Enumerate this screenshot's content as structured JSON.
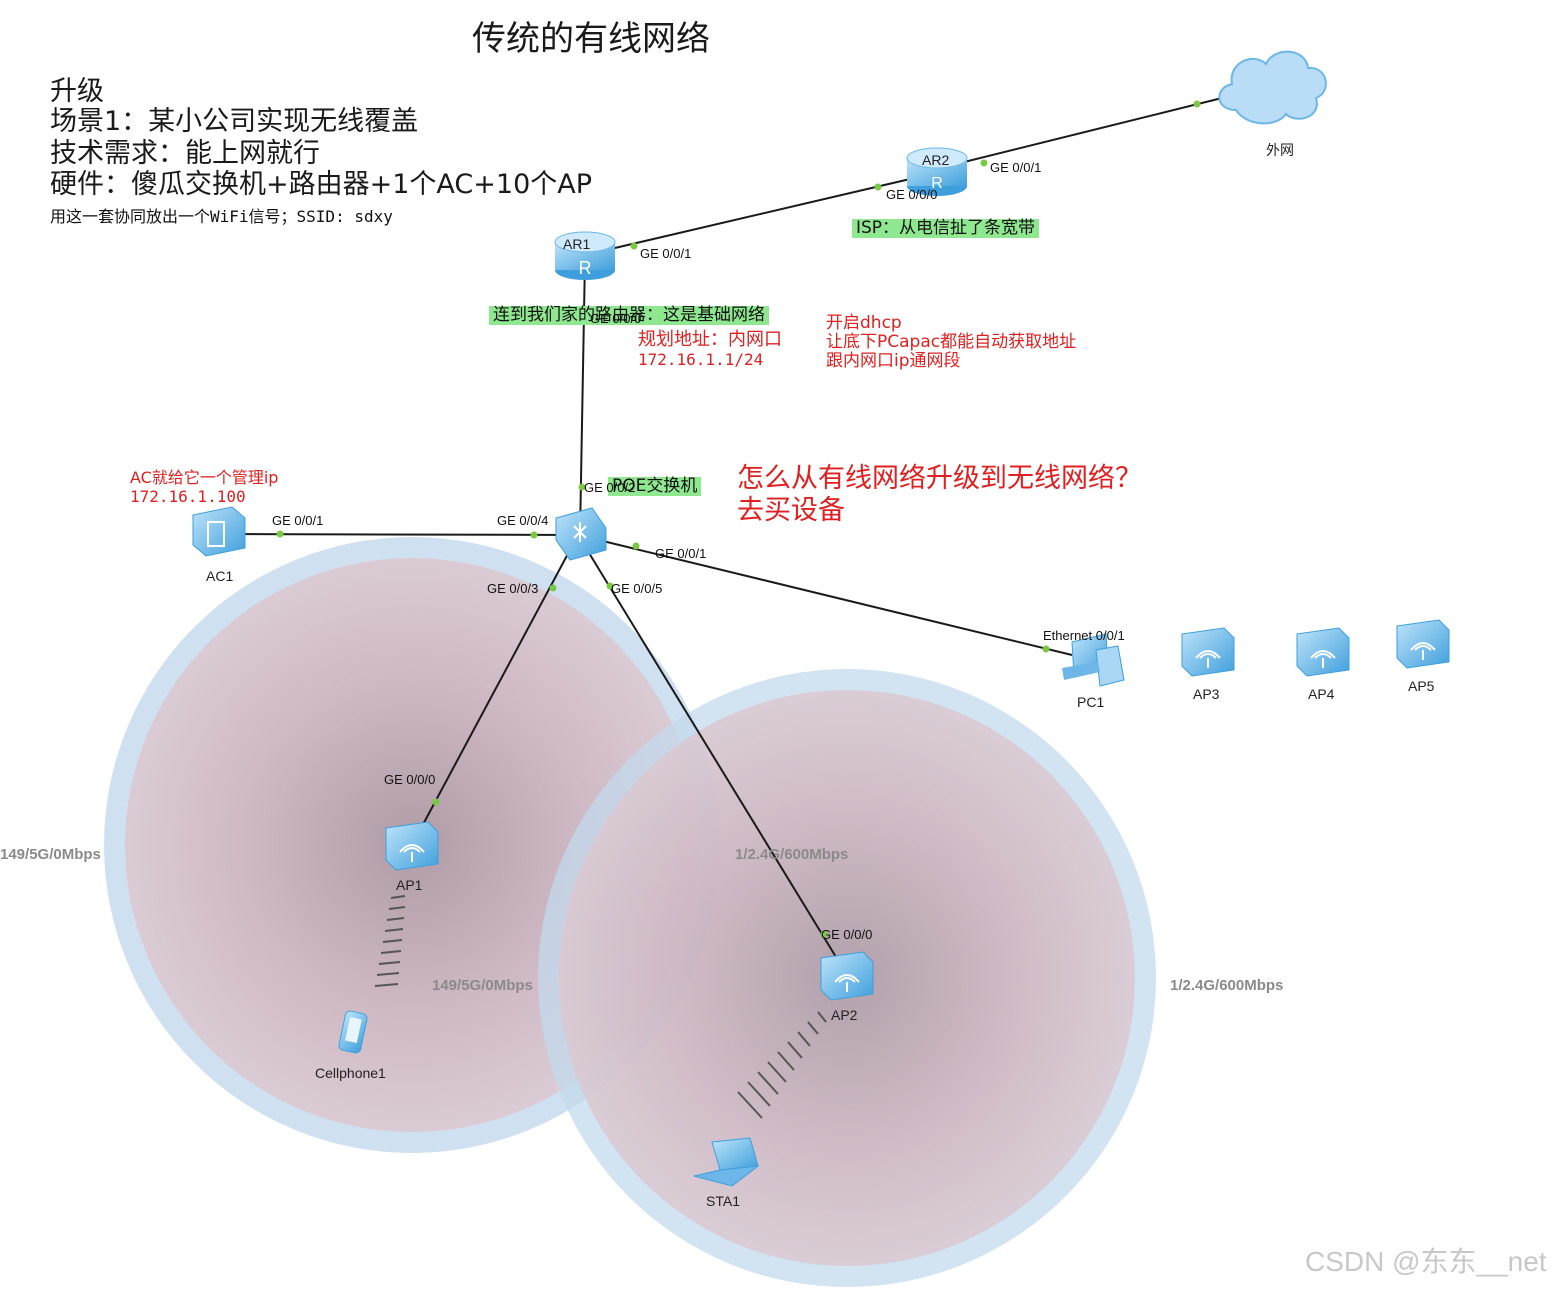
{
  "title": "传统的有线网络",
  "notes": {
    "line1": "升级",
    "line2": "场景1：某小公司实现无线覆盖",
    "line3": "技术需求：能上网就行",
    "line4": "硬件：傻瓜交换机+路由器+1个AC+10个AP",
    "line5": "用这一套协同放出一个WiFi信号；SSID: sdxy"
  },
  "annotations": {
    "isp": "ISP：从电信扯了条宽带",
    "base_network": "连到我们家的路由器：这是基础网络",
    "plan_addr": "规划地址：内网口",
    "plan_ip": "172.16.1.1/24",
    "dhcp1": "开启dhcp",
    "dhcp2": "让底下PCapac都能自动获取地址",
    "dhcp3": "跟内网口ip通网段",
    "ac_mgmt": "AC就给它一个管理ip",
    "ac_ip": "172.16.1.100",
    "poe": "POE交换机",
    "question1": "怎么从有线网络升级到无线网络？",
    "question2": "去买设备"
  },
  "devices": {
    "cloud": "外网",
    "ar1": "AR1",
    "ar2": "AR2",
    "ac1": "AC1",
    "pc1": "PC1",
    "ap1": "AP1",
    "ap2": "AP2",
    "ap3": "AP3",
    "ap4": "AP4",
    "ap5": "AP5",
    "cellphone": "Cellphone1",
    "sta1": "STA1"
  },
  "ports": {
    "ar2_cloud": "GE 0/0/1",
    "ar2_ar1": "GE 0/0/0",
    "ar1_ar2": "GE 0/0/1",
    "ar1_down": "GE 0/0/0",
    "sw_up": "GE 0/0/2",
    "sw_ac": "GE 0/0/4",
    "ac_sw": "GE 0/0/1",
    "sw_pc": "GE 0/0/1",
    "sw_ap1": "GE 0/0/3",
    "sw_ap2": "GE 0/0/5",
    "ap1_port": "GE 0/0/0",
    "ap2_port": "GE 0/0/0",
    "pc_port": "Ethernet 0/0/1"
  },
  "rates": {
    "ap1_left": "149/5G/0Mbps",
    "ap1_inner": "149/5G/0Mbps",
    "ap2_top": "1/2.4G/600Mbps",
    "ap2_right": "1/2.4G/600Mbps"
  },
  "watermark": "CSDN @东东__net",
  "colors": {
    "coverage_fill": "#c9a4b4",
    "coverage_ring": "#b8d4ea",
    "router": "#6cb6e8",
    "link": "#1a1a1a",
    "port_dot": "#7ac943",
    "annotation_red": "#e02020",
    "annotation_green": "#8fe88f"
  }
}
